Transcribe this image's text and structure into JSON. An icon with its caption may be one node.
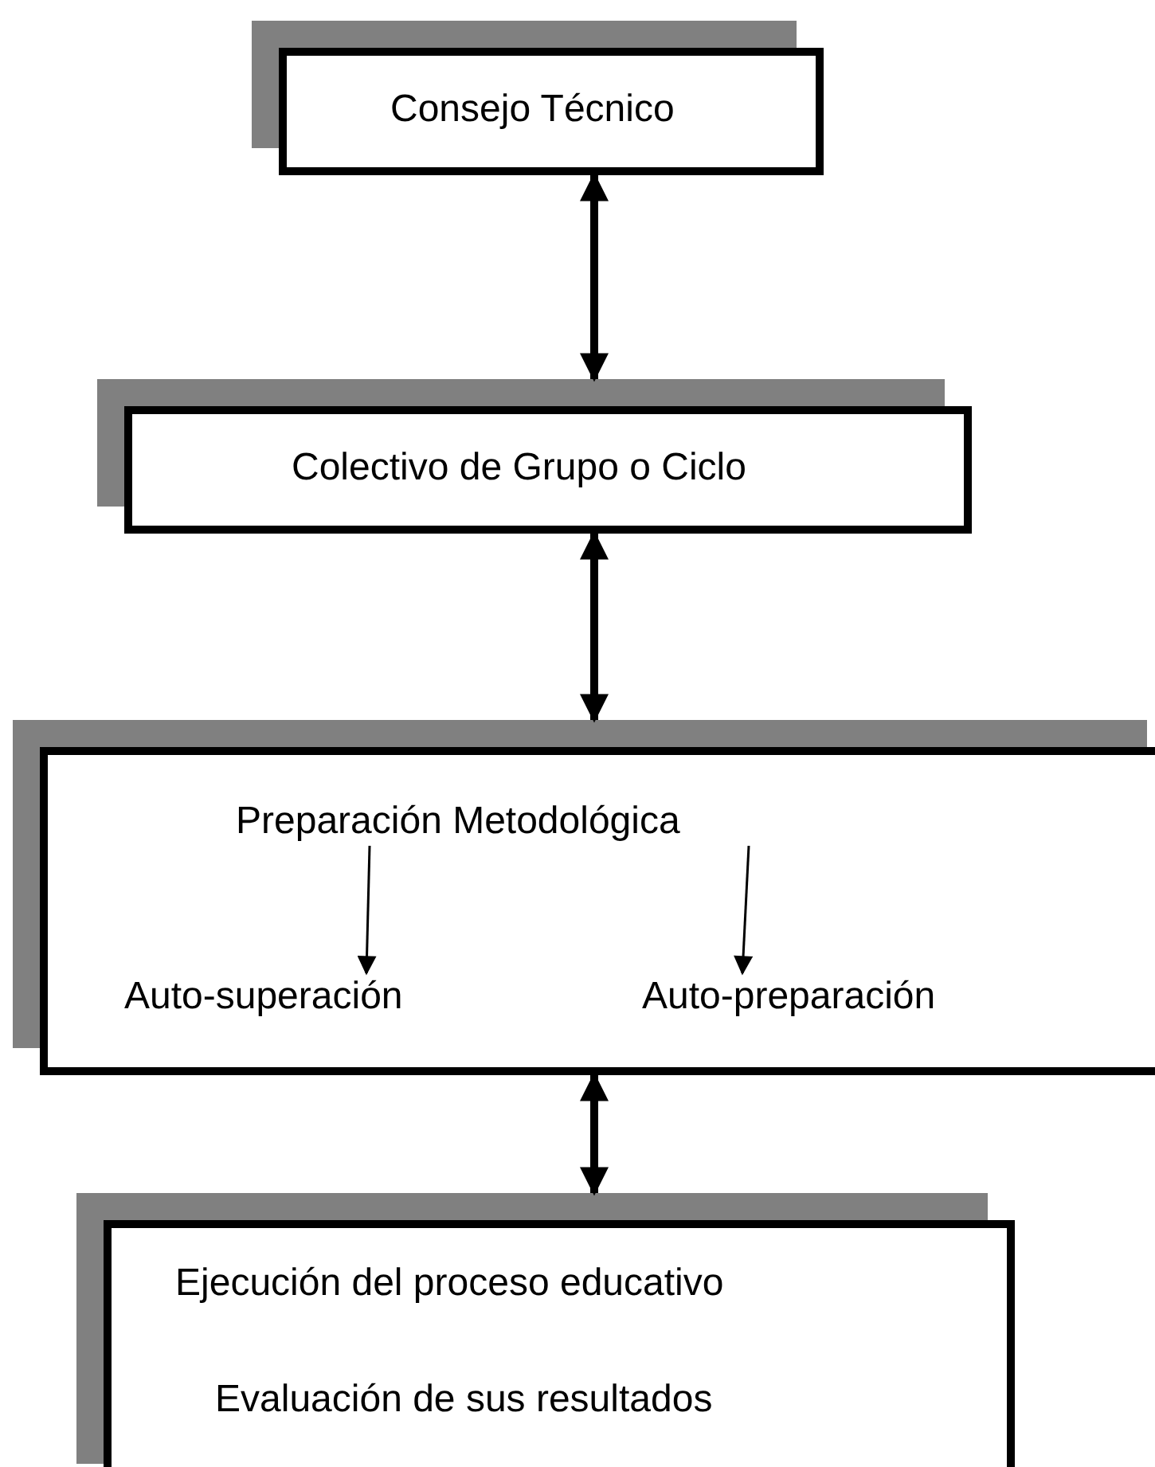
{
  "diagram": {
    "nodes": [
      {
        "text": [
          "Consejo Técnico"
        ]
      },
      {
        "text": [
          "Colectivo de Grupo o Ciclo"
        ]
      },
      {
        "text": [],
        "shape": "box"
      },
      {
        "text": [
          "Preparación Metodológica"
        ],
        "in": 2
      },
      {
        "text": [
          "Auto-superación"
        ],
        "in": 2
      },
      {
        "text": [
          "Auto-preparación"
        ],
        "in": 2
      },
      {
        "text": [
          "Ejecución del proceso educativo",
          "Evaluación de sus resultados"
        ]
      }
    ],
    "edges": [
      {
        "from": 0,
        "to": 1,
        "arrow": "both"
      },
      {
        "from": 1,
        "to": 2,
        "arrow": "both"
      },
      {
        "from": 2,
        "to": 6,
        "arrow": "both"
      },
      {
        "from": 3,
        "to": 4,
        "arrow": "to"
      },
      {
        "from": 3,
        "to": 5,
        "arrow": "to"
      }
    ]
  }
}
